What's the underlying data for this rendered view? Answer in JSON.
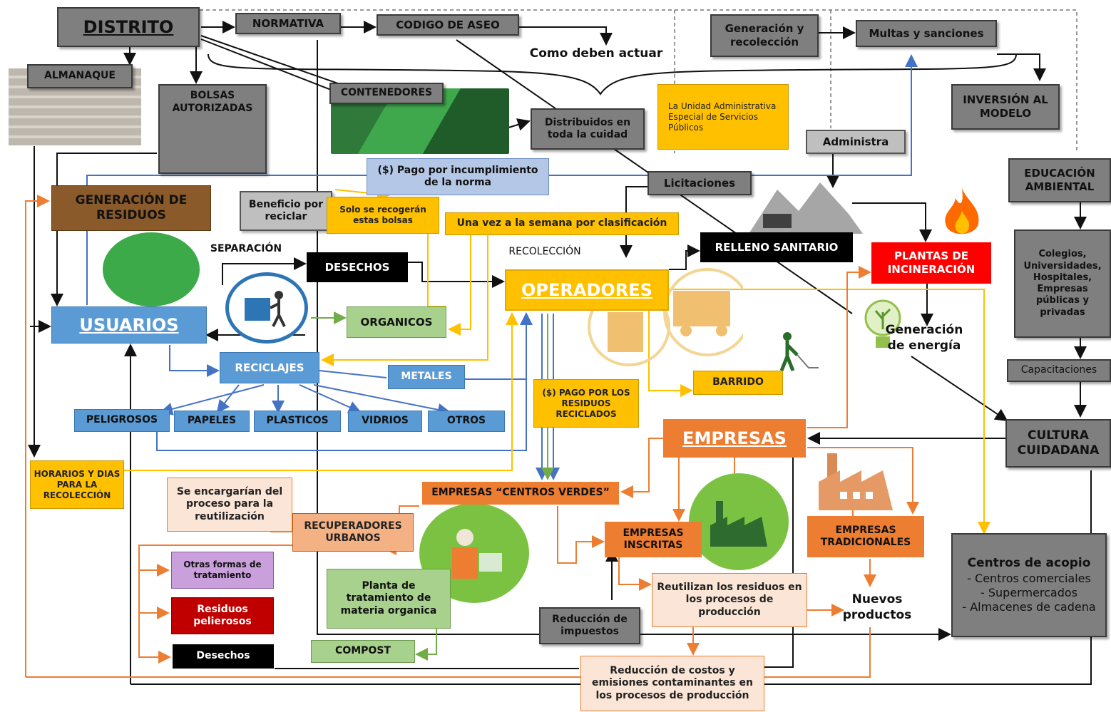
{
  "distrito": "DISTRITO",
  "normativa": "NORMATIVA",
  "codigo": "CODIGO DE ASEO",
  "como": "Como deben actuar",
  "generacion_recoleccion": "Generación y recolección",
  "multas": "Multas y sanciones",
  "almanaque": "ALMANAQUE",
  "bolsas": "BOLSAS AUTORIZADAS",
  "contenedores": "CONTENEDORES",
  "distribuidos": "Distribuidos en toda la cuidad",
  "unidad": "La Unidad Administrativa Especial de Servicios Públicos",
  "inversion": "INVERSIÓN AL MODELO",
  "administra": "Administra",
  "educacion": "EDUCACIÓN AMBIENTAL",
  "pago_incumplimiento": "($) Pago por incumplimiento de la norma",
  "licitaciones": "Licitaciones",
  "generacion_residuos": "GENERACIÓN DE RESIDUOS",
  "beneficio": "Beneficio por reciclar",
  "solo": "Solo se recogerán estas bolsas",
  "una_vez": "Una vez a la semana por clasificación",
  "relleno": "RELLENO SANITARIO",
  "plantas": "PLANTAS DE INCINERACIÓN",
  "colegios": "Colegios, Universidades, Hospitales, Empresas públicas y privadas",
  "separacion": "SEPARACIÓN",
  "desechos": "DESECHOS",
  "recoleccion": "RECOLECCIÓN",
  "operadores": "OPERADORES",
  "usuarios": "USUARIOS",
  "organicos": "ORGANICOS",
  "generacion_energia": "Generación de energía",
  "reciclajes": "RECICLAJES",
  "metales": "METALES",
  "barrido": "BARRIDO",
  "capacitaciones": "Capacitaciones",
  "pago_residuos": "($) PAGO POR LOS RESIDUOS RECICLADOS",
  "peligrosos": "PELIGROSOS",
  "papeles": "PAPELES",
  "plasticos": "PLASTICOS",
  "vidrios": "VIDRIOS",
  "otros": "OTROS",
  "empresas": "EMPRESAS",
  "cultura": "CULTURA CUIDADANA",
  "horarios": "HORARIOS Y DIAS PARA LA RECOLECCIÓN",
  "se_encargarian": "Se encargarían del proceso para la reutilización",
  "centros_verdes": "EMPRESAS “CENTROS VERDES”",
  "recuperadores": "RECUPERADORES URBANOS",
  "inscritas": "EMPRESAS INSCRITAS",
  "tradicionales": "EMPRESAS TRADICIONALES",
  "otras_formas": "Otras formas de tratamiento",
  "planta_tratamiento": "Planta de tratamiento de materia organica",
  "reutilizan": "Reutilizan los residuos en los procesos de producción",
  "nuevos": "Nuevos productos",
  "residuos_peligrosos": "Residuos pelierosos",
  "reduccion_impuestos": "Reducción de impuestos",
  "desechos2": "Desechos",
  "compost": "COMPOST",
  "reduccion_costos": "Reducción de costos y emisiones contaminantes en los procesos de producción",
  "centros_acopio": {
    "title": "Centros de acopio",
    "items": [
      "- Centros comerciales",
      "- Supermercados",
      "- Almacenes de cadena"
    ]
  }
}
